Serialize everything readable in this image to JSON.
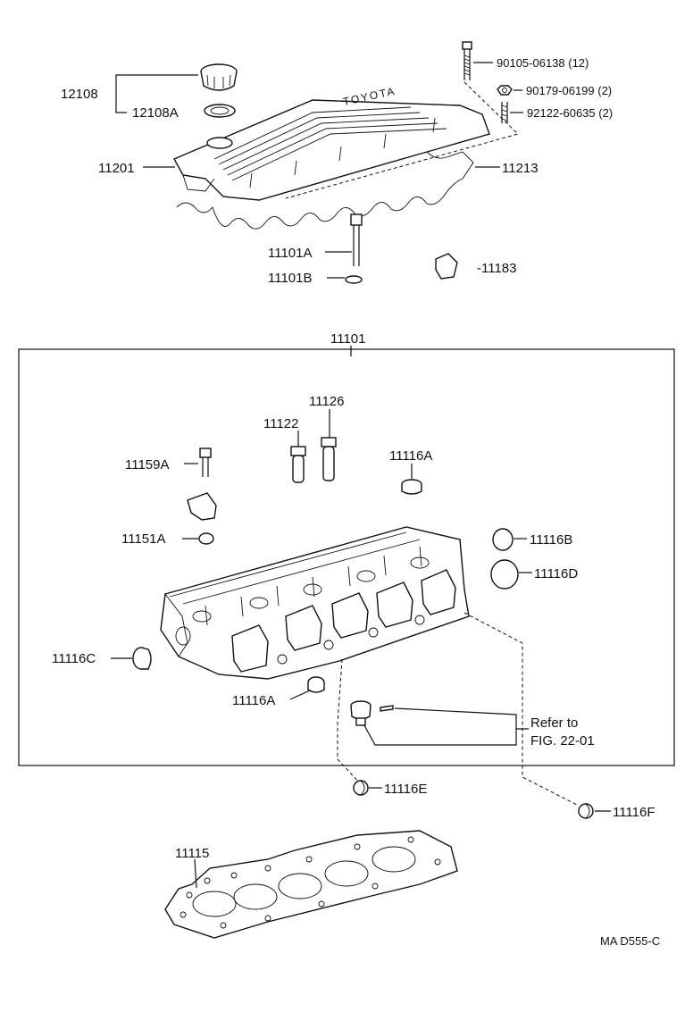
{
  "labels": {
    "p12108": "12108",
    "p12108A": "12108A",
    "p90105": "90105-06138 (12)",
    "p90179": "90179-06199 (2)",
    "p92122": "92122-60635 (2)",
    "p11201": "11201",
    "p11213": "11213",
    "p11101A": "11101A",
    "p11101B": "11101B",
    "p11183": "-11183",
    "p11101": "11101",
    "p11126": "11126",
    "p11122": "11122",
    "p11159A": "11159A",
    "p11116A_top": "11116A",
    "p11151A": "11151A",
    "p11116B": "11116B",
    "p11116D": "11116D",
    "p11116C": "11116C",
    "p11116A_bot": "11116A",
    "refer1": "Refer to",
    "refer2": "FIG. 22-01",
    "p11116E": "11116E",
    "p11116F": "11116F",
    "p11115": "11115",
    "code": "MA D555-C",
    "cover_text": "TOYOTA"
  }
}
